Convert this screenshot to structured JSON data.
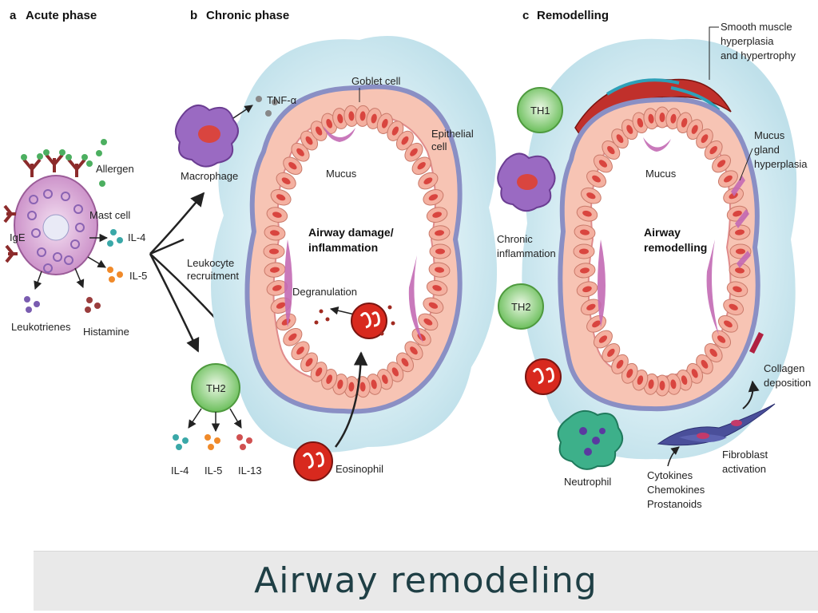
{
  "panels": {
    "a": {
      "letter": "a",
      "title": "Acute phase"
    },
    "b": {
      "letter": "b",
      "title": "Chronic phase"
    },
    "c": {
      "letter": "c",
      "title": "Remodelling"
    }
  },
  "labels_a": {
    "allergen": "Allergen",
    "mast_cell": "Mast cell",
    "ige": "IgE",
    "il4": "IL-4",
    "il5": "IL-5",
    "leukotrienes": "Leukotrienes",
    "histamine": "Histamine"
  },
  "labels_b": {
    "tnf": "TNF-α",
    "macrophage": "Macrophage",
    "leukocyte1": "Leukocyte",
    "leukocyte2": "recruitment",
    "goblet": "Goblet cell",
    "epithelial1": "Epithelial",
    "epithelial2": "cell",
    "mucus": "Mucus",
    "damage1": "Airway damage/",
    "damage2": "inflammation",
    "degranulation": "Degranulation",
    "th2_cell": "TH2",
    "il4": "IL-4",
    "il5": "IL-5",
    "il13": "IL-13",
    "eosinophil": "Eosinophil"
  },
  "labels_c": {
    "th1": "TH1",
    "th2": "TH2",
    "chronic1": "Chronic",
    "chronic2": "inflammation",
    "smooth1": "Smooth muscle",
    "smooth2": "hyperplasia",
    "smooth3": "and hypertrophy",
    "mucus": "Mucus",
    "mucus_gland1": "Mucus",
    "mucus_gland2": "gland",
    "mucus_gland3": "hyperplasia",
    "airway1": "Airway",
    "airway2": "remodelling",
    "collagen1": "Collagen",
    "collagen2": "deposition",
    "fibroblast1": "Fibroblast",
    "fibroblast2": "activation",
    "neutrophil": "Neutrophil",
    "cytokines1": "Cytokines",
    "cytokines2": "Chemokines",
    "cytokines3": "Prostanoids"
  },
  "footer": {
    "title": "Airway  remodeling"
  },
  "colors": {
    "halo": "#cfe8f0",
    "wall": "#8a8fc4",
    "cell": "#f4b8a8",
    "nucleus": "#d9453f",
    "mucus": "#c36ab4",
    "th_green": "#7cc46c",
    "mast": "#d8a3d6",
    "eosinophil": "#d8291e",
    "smooth_muscle": "#c0302b"
  }
}
